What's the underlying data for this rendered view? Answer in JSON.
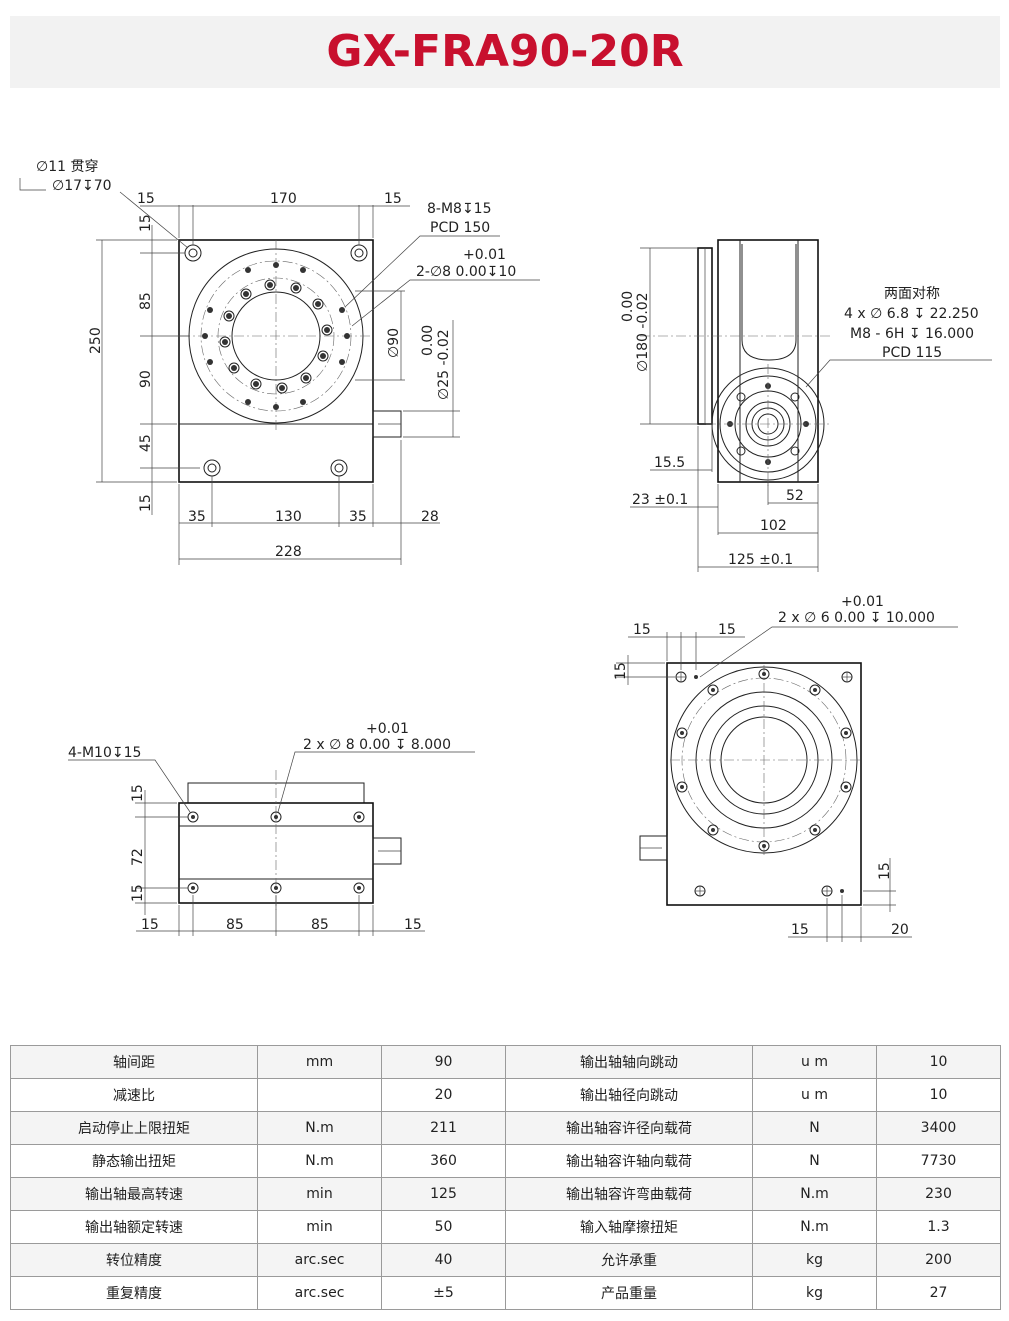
{
  "title": "GX-FRA90-20R",
  "drawing": {
    "top_view": {
      "note_through": "∅11 贯穿",
      "note_cbore": "∅17↧70",
      "dim_170": "170",
      "dim_15_l": "15",
      "dim_15_r": "15",
      "dim_15_v_top": "15",
      "dim_85": "85",
      "dim_250": "250",
      "dim_90": "90",
      "dim_45": "45",
      "dim_15_v_bot": "15",
      "dim_35_l": "35",
      "dim_130": "130",
      "dim_35_r": "35",
      "dim_28": "28",
      "dim_228": "228",
      "call_m8": "8-M8↧15",
      "call_pcd150": "PCD 150",
      "call_tol_top": "+0.01",
      "call_pin": "2-∅8   0.00↧10",
      "dim_phi90": "∅90",
      "dim_tol_zero": "0.00",
      "dim_phi25": "∅25 -0.02"
    },
    "side_view": {
      "dim_tol_zero": "0.00",
      "dim_phi180": "∅180 -0.02",
      "note_both": "两面对称",
      "note_holes": "4 x  ∅  6.8  ↧  22.250",
      "note_thread": "M8 - 6H  ↧  16.000",
      "note_pcd": "PCD 115",
      "dim_15_5": "15.5",
      "dim_23": "23 ±0.1",
      "dim_52": "52",
      "dim_102": "102",
      "dim_125": "125 ±0.1"
    },
    "front_view": {
      "call_m10": "4-M10↧15",
      "call_tol": "+0.01",
      "call_pin": "2 x  ∅  8    0.00  ↧  8.000",
      "dim_15_top": "15",
      "dim_72": "72",
      "dim_15_bot": "15",
      "dim_15_l": "15",
      "dim_85_a": "85",
      "dim_85_b": "85",
      "dim_15_r": "15"
    },
    "bottom_view": {
      "call_tol": "+0.01",
      "call_pin": "2 x  ∅  6    0.00  ↧  10.000",
      "dim_15_a": "15",
      "dim_15_b": "15",
      "dim_15_v": "15",
      "dim_15_v_r": "15",
      "dim_15_bl": "15",
      "dim_20": "20"
    }
  },
  "spec_table": [
    [
      "轴间距",
      "mm",
      "90",
      "输出轴轴向跳动",
      "u m",
      "10"
    ],
    [
      "减速比",
      "",
      "20",
      "输出轴径向跳动",
      "u m",
      "10"
    ],
    [
      "启动停止上限扭矩",
      "N.m",
      "211",
      "输出轴容许径向载荷",
      "N",
      "3400"
    ],
    [
      "静态输出扭矩",
      "N.m",
      "360",
      "输出轴容许轴向载荷",
      "N",
      "7730"
    ],
    [
      "输出轴最高转速",
      "min",
      "125",
      "输出轴容许弯曲载荷",
      "N.m",
      "230"
    ],
    [
      "输出轴额定转速",
      "min",
      "50",
      "输入轴摩擦扭矩",
      "N.m",
      "1.3"
    ],
    [
      "转位精度",
      "arc.sec",
      "40",
      "允许承重",
      "kg",
      "200"
    ],
    [
      "重复精度",
      "arc.sec",
      "±5",
      "产品重量",
      "kg",
      "27"
    ]
  ]
}
